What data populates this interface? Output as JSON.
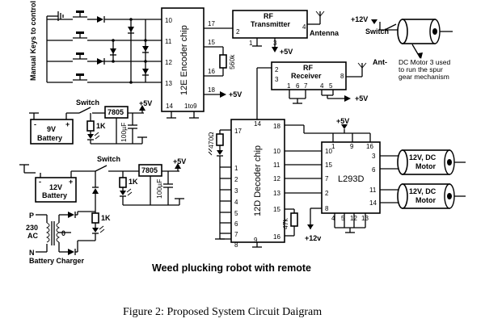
{
  "manual_keys_label": "Manual Keys to control the Robot",
  "encoder": {
    "name": "12E Encoder chip",
    "pins": {
      "p10": "10",
      "p11": "11",
      "p12": "12",
      "p13": "13",
      "p14": "14",
      "p17": "17",
      "p15": "15",
      "p16": "16",
      "p18": "18",
      "p1to9": "1to9"
    },
    "resistor": "560k",
    "supply": "+5V"
  },
  "rf_transmitter": {
    "name": "RF",
    "name2": "Transmitter",
    "pins": {
      "p2": "2",
      "p1": "1",
      "p3": "3",
      "p4": "4"
    },
    "supply": "+5V",
    "antenna": "Antenna"
  },
  "motor3": {
    "supply": "+12V",
    "switch": "Switch",
    "caption_lines": [
      "DC Motor 3 used",
      "to run the spur",
      "gear mechanism"
    ]
  },
  "rf_receiver": {
    "name": "RF",
    "name2": "Receiver",
    "pins": {
      "p2": "2",
      "p3": "3",
      "p8": "8",
      "p1": "1",
      "p6": "6",
      "p7": "7",
      "p4": "4",
      "p5": "5"
    },
    "antenna": "Ant-",
    "supply": "+5V"
  },
  "supply_9v": {
    "switch": "Switch",
    "regulator": "7805",
    "output": "+5V",
    "resistor": "1K",
    "capacitor": "100µF",
    "battery": "9V",
    "battery2": "Battery",
    "minus": "-",
    "plus": "+"
  },
  "decoder": {
    "name": "12D Decoder chip",
    "pins": {
      "p14": "14",
      "p17": "17",
      "p18": "18",
      "p10": "10",
      "p11": "11",
      "p12": "12",
      "p13": "13",
      "p15": "15",
      "p16": "16",
      "p9": "9",
      "p1": "1",
      "p2": "2",
      "p3": "3",
      "p4": "4",
      "p5": "5",
      "p6": "6",
      "p7": "7",
      "p8": "8"
    },
    "resistor_470": "470Ω",
    "resistor_47k": "47k"
  },
  "l293d": {
    "name": "L293D",
    "supply": "+5V",
    "pins": {
      "p1": "1",
      "p9": "9",
      "p16": "16",
      "p10": "10",
      "p15": "15",
      "p7": "7",
      "p2": "2",
      "p3": "3",
      "p6": "6",
      "p11": "11",
      "p14": "14",
      "p8": "8",
      "p4": "4",
      "p5": "5",
      "p12": "12",
      "p13": "13"
    },
    "v12": "+12v"
  },
  "motors": [
    {
      "line1": "12V, DC",
      "line2": "Motor"
    },
    {
      "line1": "12V, DC",
      "line2": "Motor"
    }
  ],
  "supply_12v": {
    "switch": "Switch",
    "regulator": "7805",
    "output": "+5V",
    "resistor": "1K",
    "capacitor": "100µF",
    "battery": "12V",
    "battery2": "Battery",
    "minus": "-",
    "plus": "+",
    "ground_zero": "0",
    "resistor_charge": "1K"
  },
  "charger": {
    "p": "P",
    "n": "N",
    "ac1": "230",
    "ac2": "AC",
    "label": "Battery Charger"
  },
  "caption": "Weed plucking robot with remote",
  "figure_caption": "Figure 2: Proposed System Circuit  Daigram"
}
